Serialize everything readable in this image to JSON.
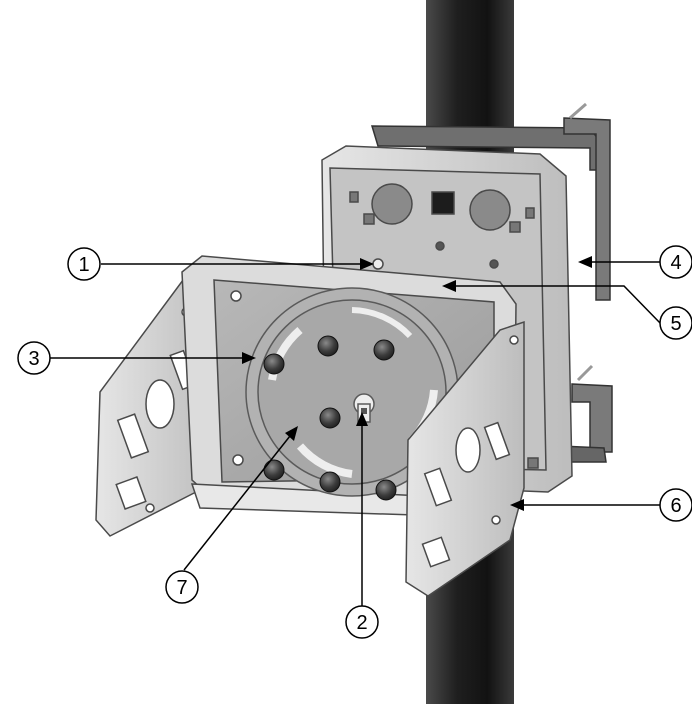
{
  "callouts": [
    {
      "label": "1"
    },
    {
      "label": "2"
    },
    {
      "label": "3"
    },
    {
      "label": "4"
    },
    {
      "label": "5"
    },
    {
      "label": "6"
    },
    {
      "label": "7"
    }
  ],
  "colors": {
    "pole": "#2b2b2b",
    "bracket_metal": "#c9c9c9",
    "bracket_edge": "#5a5a5a",
    "plate_shade": "#a9a9a9",
    "bolt": "#3b3b3b",
    "blue_screw": "#6b7fd0",
    "callout_line": "#000000"
  }
}
